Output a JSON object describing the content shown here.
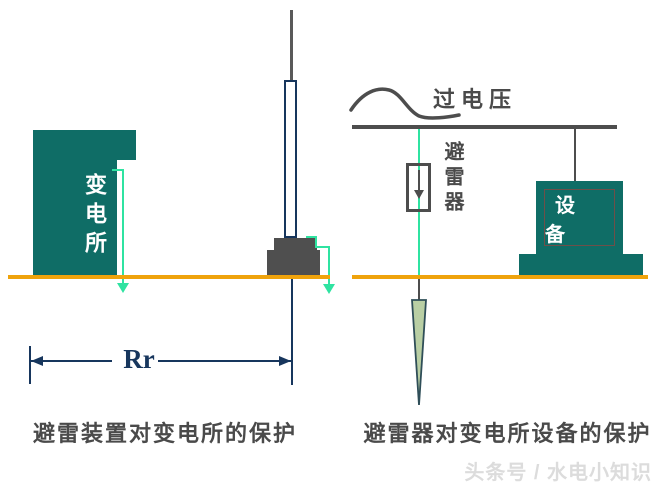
{
  "colors": {
    "structure_teal": "#0F6D66",
    "ground_orange": "#EFA30C",
    "conductor_green": "#2FE3A1",
    "dimension_navy": "#17365D",
    "line_gray": "#4D4D4D",
    "spike_fill": "#B9CFA4",
    "spike_stroke": "#2F4E58",
    "watermark_gray": "#DCDCDC"
  },
  "left_diagram": {
    "building_label": "变电所",
    "dimension_label": "Rr",
    "caption": "避雷装置对变电所的保护"
  },
  "right_diagram": {
    "overvoltage_label": "过电压",
    "arrester_label": "避雷器",
    "equipment_label": "设备",
    "caption": "避雷器对变电所设备的保护"
  },
  "watermark": "头条号 / 水电小知识"
}
